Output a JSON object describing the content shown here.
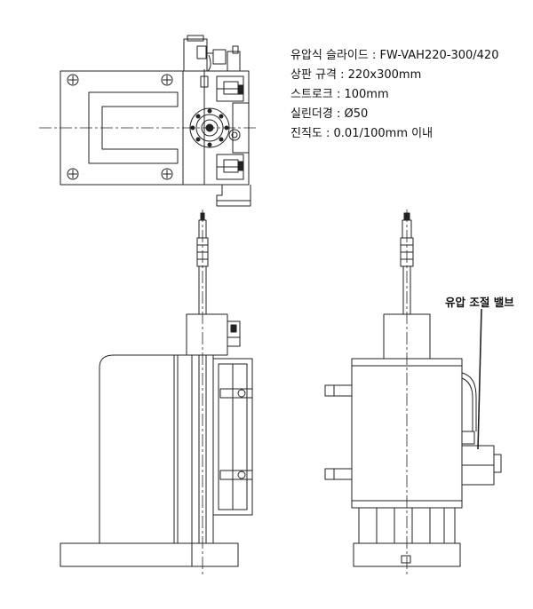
{
  "specs": [
    "유압식 슬라이드 : FW-VAH220-300/420",
    "상판 규격 : 220x300mm",
    "스트로크 : 100mm",
    "실린더경 : Ø50",
    "진직도 : 0.01/100mm 이내"
  ],
  "callouts": {
    "valve": "유압 조절 밸브"
  }
}
